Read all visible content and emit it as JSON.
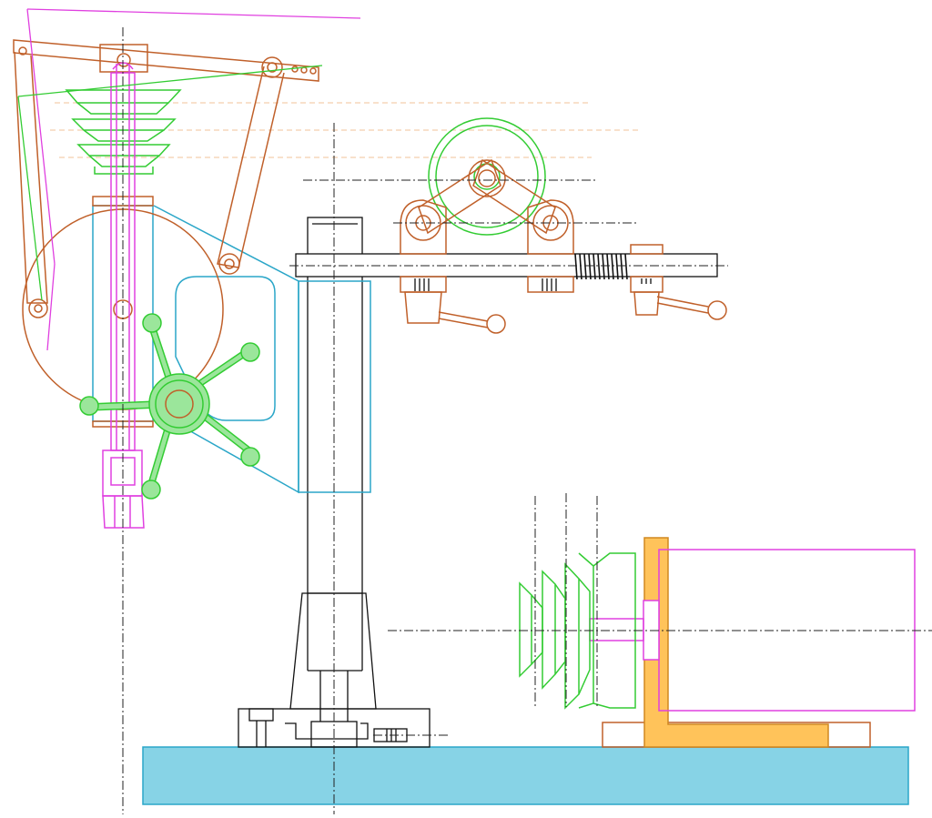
{
  "diagram": {
    "kind": "mechanical-cad-line-drawing",
    "text_labels": [],
    "colors": {
      "background": "#ffffff",
      "outline_brown": "#c0602a",
      "outline_green": "#33cc33",
      "fill_green": "#9be69b",
      "outline_magenta": "#e040e0",
      "outline_cyan": "#2aa6c8",
      "outline_black": "#111111",
      "table_fill": "#87d3e6",
      "bracket_fill": "#ffc35a",
      "bracket_stroke": "#d08820",
      "centerline": "#222222",
      "guide_line": "#f2c39a"
    },
    "components": [
      "machine-table",
      "column-base",
      "column",
      "column-taper-sleeve",
      "horizontal-arm",
      "compression-spring",
      "locking-levers",
      "arm-pulley-wheel",
      "cyan-arm-bracket",
      "feed-handwheel",
      "quill-spindle",
      "spindle-step-pulley",
      "top-lever-linkage",
      "belt-guard-disc",
      "drill-chuck",
      "motor",
      "motor-step-pulley",
      "motor-bracket",
      "motor-base-plate",
      "centerlines"
    ]
  }
}
